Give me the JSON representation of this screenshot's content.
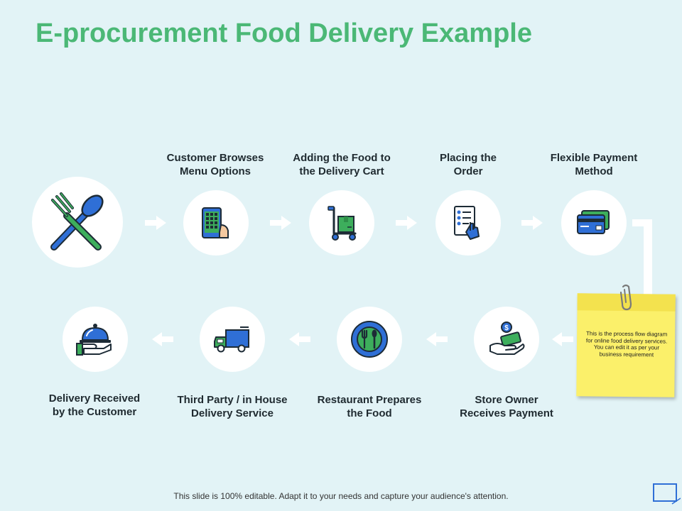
{
  "title": "E-procurement Food Delivery Example",
  "steps": [
    {
      "label_line1": "Customer Browses",
      "label_line2": "Menu Options",
      "icon": "phone-menu-icon"
    },
    {
      "label_line1": "Adding the Food to",
      "label_line2": "the Delivery Cart",
      "icon": "cart-icon"
    },
    {
      "label_line1": "Placing the",
      "label_line2": "Order",
      "icon": "order-list-icon"
    },
    {
      "label_line1": "Flexible Payment",
      "label_line2": "Method",
      "icon": "credit-card-icon"
    },
    {
      "label_line1": "Store Owner",
      "label_line2": "Receives Payment",
      "icon": "payment-hand-icon"
    },
    {
      "label_line1": "Restaurant Prepares",
      "label_line2": "the Food",
      "icon": "plate-cutlery-icon"
    },
    {
      "label_line1": "Third Party / in House",
      "label_line2": "Delivery Service",
      "icon": "delivery-truck-icon"
    },
    {
      "label_line1": "Delivery Received",
      "label_line2": "by the Customer",
      "icon": "cloche-hand-icon"
    }
  ],
  "start_icon": "fork-spoon-icon",
  "note": {
    "text": "This is the process flow diagram for online food delivery services. You can edit it as per your business requirement"
  },
  "footer": "This slide is 100% editable. Adapt it to your needs and capture your audience's attention.",
  "colors": {
    "background": "#e2f3f6",
    "title": "#4bb876",
    "accent_blue": "#2f6fd6",
    "accent_green": "#3dae5c",
    "note": "#fbf06a"
  }
}
